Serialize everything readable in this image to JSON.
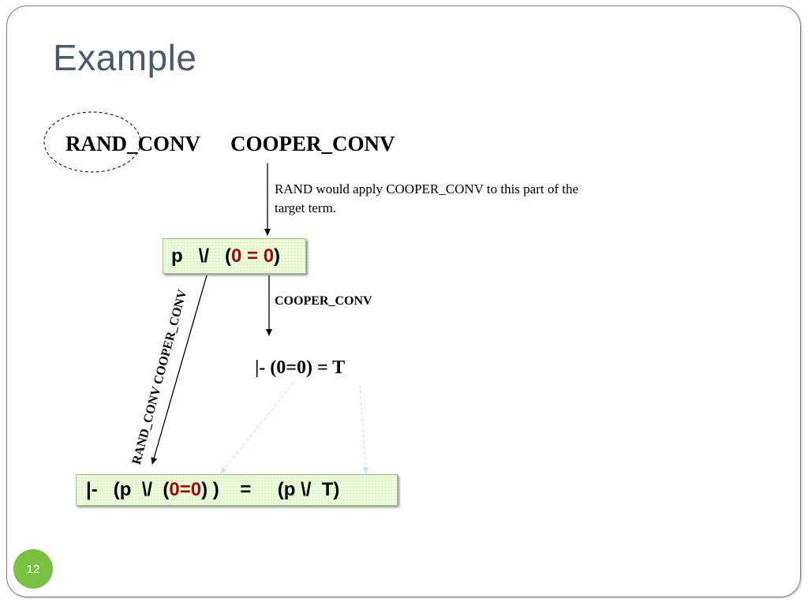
{
  "slide": {
    "title": "Example",
    "page_number": "12"
  },
  "conversions": {
    "rand": "RAND_CONV",
    "cooper": "COOPER_CONV"
  },
  "annotation": {
    "note": "RAND would apply COOPER_CONV to this part of the target term.",
    "step_label": "COOPER_CONV",
    "diagonal_label": "RAND_CONV COOPER_CONV"
  },
  "term_box": {
    "prefix": "p   \\/   (",
    "highlight": "0 = 0",
    "suffix": ")"
  },
  "intermediate_result": "|- (0=0) = T",
  "final_box": {
    "prefix": "|-   (p  \\/  (",
    "highlight": "0=0",
    "middle": ") )    =     (p \\/  T)"
  },
  "colors": {
    "title": "#4a5a6e",
    "box_fill": "#dff7c9",
    "highlight": "#9c0a0a",
    "page_badge": "#7ac143"
  }
}
